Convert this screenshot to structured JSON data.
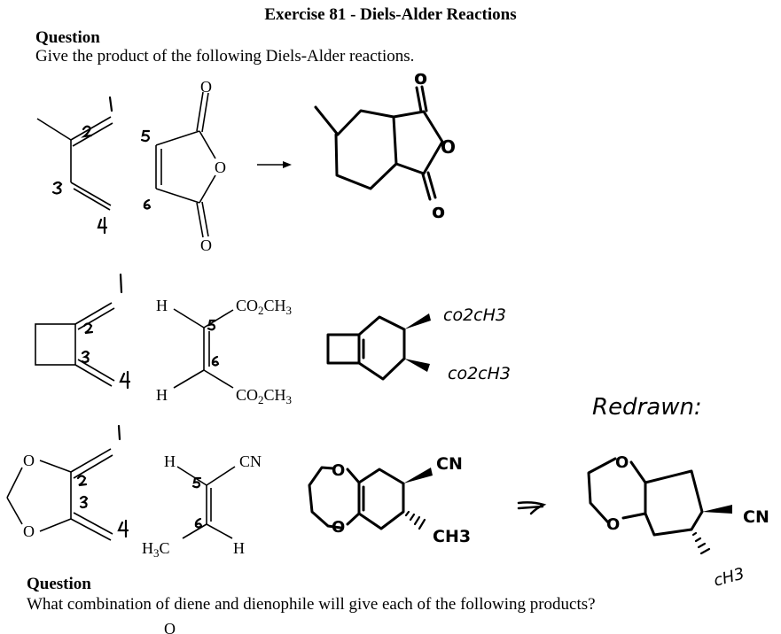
{
  "header": {
    "title": "Exercise 81 - Diels-Alder Reactions"
  },
  "question1": {
    "heading": "Question",
    "prompt": "Give the product of the following Diels-Alder reactions."
  },
  "reaction1": {
    "reactant2_atoms": {
      "o_top": "O",
      "o_ring": "O",
      "o_bottom": "O"
    },
    "handwritten_numbers": [
      "1",
      "2",
      "3",
      "4",
      "5",
      "6"
    ],
    "product_atoms": {
      "o_top": "o",
      "o_ring": "O",
      "o_bottom": "o"
    }
  },
  "reaction2": {
    "dienophile_atoms": {
      "h_top": "H",
      "ester_top_main": "CO",
      "ester_top_sub": "2",
      "ester_top_tail": "CH",
      "ester_top_sub2": "3",
      "h_bottom": "H",
      "ester_bottom_main": "CO",
      "ester_bottom_sub": "2",
      "ester_bottom_tail": "CH",
      "ester_bottom_sub2": "3"
    },
    "handwritten_numbers": [
      "1",
      "2",
      "3",
      "4",
      "5",
      "6"
    ],
    "product_labels": [
      "co2cH3",
      "co2cH3"
    ]
  },
  "reaction3": {
    "diene_atoms": {
      "o_top": "O",
      "o_bottom": "O"
    },
    "dienophile_atoms": {
      "h_top": "H",
      "cn": "CN",
      "h3c_main": "H",
      "h3c_sub": "3",
      "h3c_tail": "C",
      "h_bottom": "H"
    },
    "handwritten_numbers": [
      "1",
      "2",
      "3",
      "4",
      "5",
      "6"
    ],
    "product_labels": {
      "cn": "CN",
      "ch3": "CH3",
      "o_top": "O",
      "o_bottom": "O"
    },
    "redrawn_label": "Redrawn:",
    "redrawn_labels": {
      "cn": "CN",
      "ch3": "cH3",
      "o_top": "O",
      "o_bottom": "O"
    }
  },
  "question2": {
    "heading": "Question",
    "prompt": "What combination of diene and dienophile will give each of the following products?",
    "cutoff_label": "O"
  }
}
